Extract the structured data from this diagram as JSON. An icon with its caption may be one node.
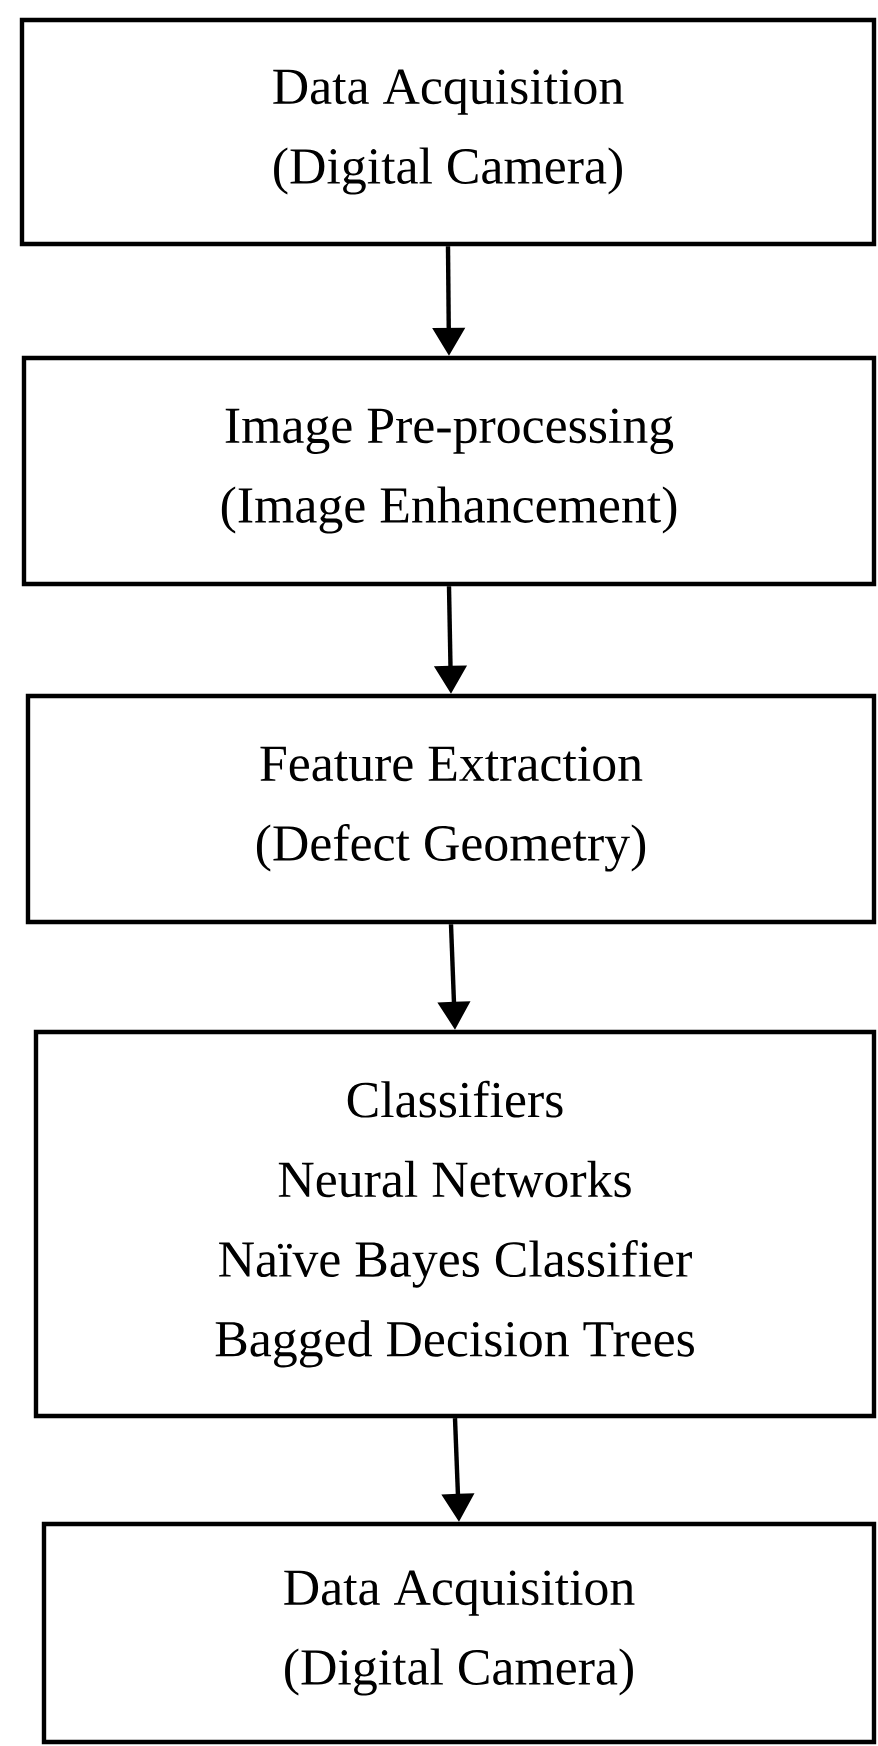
{
  "diagram": {
    "nodes": [
      {
        "text": [
          "Data Acquisition",
          "(Digital Camera)"
        ]
      },
      {
        "text": [
          "Image Pre-processing",
          "(Image Enhancement)"
        ]
      },
      {
        "text": [
          "Feature Extraction",
          "(Defect Geometry)"
        ]
      },
      {
        "text": [
          "Classifiers",
          "Neural Networks",
          "Naïve Bayes Classifier",
          "Bagged Decision Trees"
        ]
      },
      {
        "text": [
          "Data Acquisition",
          "(Digital Camera)"
        ]
      }
    ],
    "edges": [
      {
        "from": 0,
        "to": 1,
        "arrow": "to"
      },
      {
        "from": 1,
        "to": 2,
        "arrow": "to"
      },
      {
        "from": 2,
        "to": 3,
        "arrow": "to"
      },
      {
        "from": 3,
        "to": 4,
        "arrow": "to"
      }
    ]
  }
}
